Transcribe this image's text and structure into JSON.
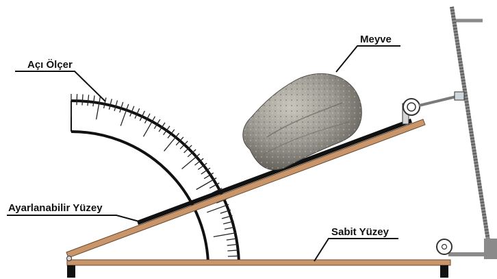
{
  "labels": {
    "protractor": "Açı Ölçer",
    "fruit": "Meyve",
    "adjustable_surface": "Ayarlanabilir Yüzey",
    "fixed_surface": "Sabit Yüzey"
  },
  "colors": {
    "wood": "#c9956a",
    "wood_edge": "#6b4a2e",
    "dark": "#111111",
    "steel": "#8a8a8a",
    "stone": "#9a9890"
  },
  "icons": {
    "screw": "threaded-rod-icon",
    "pulley": "pulley-wheel-icon"
  }
}
